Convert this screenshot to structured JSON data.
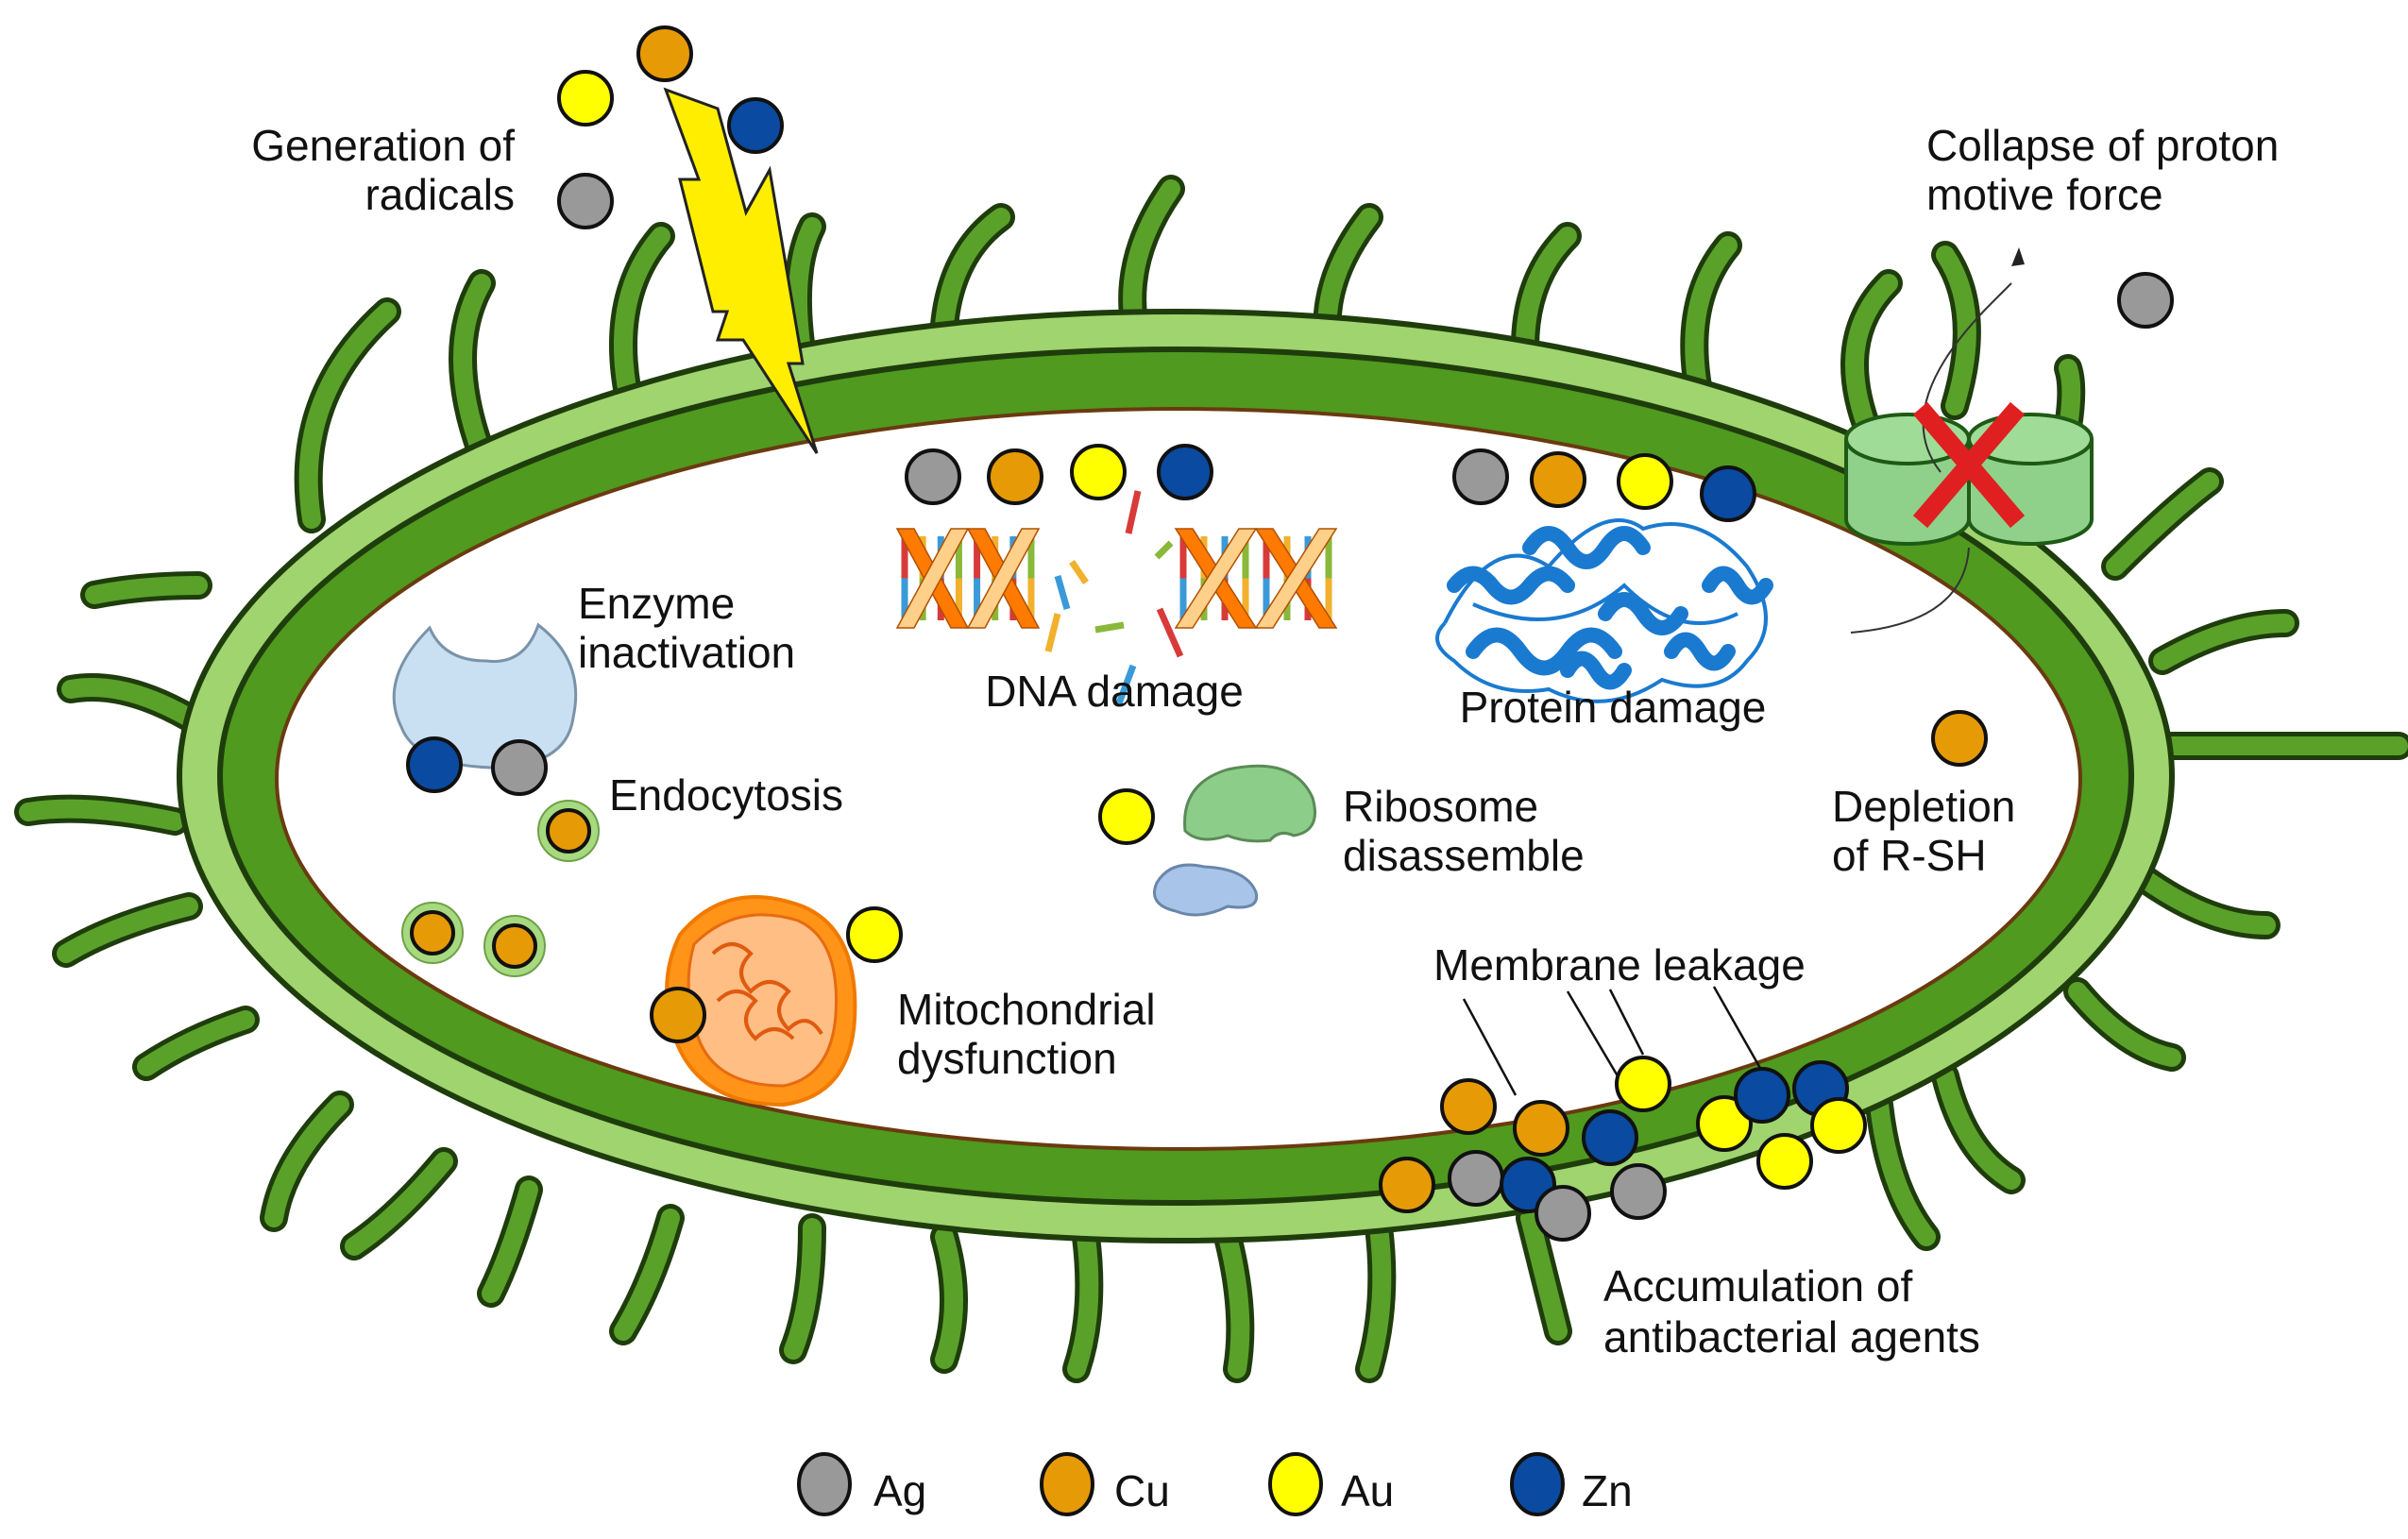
{
  "figure": {
    "title": "Antibacterial mechanisms of metal nanoparticles"
  },
  "colors": {
    "Ag": "#999999",
    "Cu": "#e69a06",
    "Au": "#ffff00",
    "Zn": "#0a4aa0",
    "cell_wall_dark": "#4f9a1f",
    "cell_wall_light": "#9fd46f",
    "flagella": "#5aa12a",
    "lightning": "#ffee00",
    "channel": "#8fd18a",
    "block_x": "#e02020"
  },
  "labels": {
    "radicals": [
      "Generation of",
      "radicals"
    ],
    "proton": [
      "Collapse of proton",
      "motive force"
    ],
    "enzyme": [
      "Enzyme",
      "inactivation"
    ],
    "dna": "DNA damage",
    "protein": "Protein damage",
    "endocytosis": "Endocytosis",
    "ribosome": [
      "Ribosome",
      "disassemble"
    ],
    "rsh": [
      "Depletion",
      "of R-SH"
    ],
    "mito": [
      "Mitochondrial",
      "dysfunction"
    ],
    "membrane": "Membrane leakage",
    "accumulation": [
      "Accumulation of",
      "antibacterial agents"
    ]
  },
  "legend": [
    {
      "symbol": "Ag",
      "label": "Ag"
    },
    {
      "symbol": "Cu",
      "label": "Cu"
    },
    {
      "symbol": "Au",
      "label": "Au"
    },
    {
      "symbol": "Zn",
      "label": "Zn"
    }
  ]
}
